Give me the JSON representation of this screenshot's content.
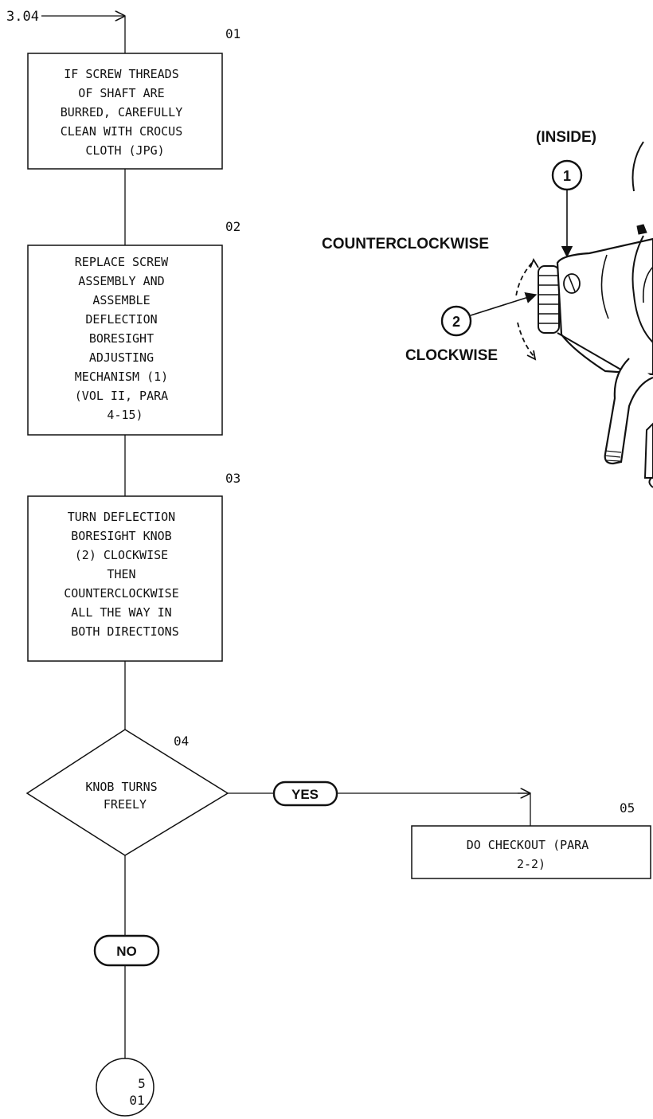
{
  "entry_ref": "3.04",
  "steps": [
    {
      "id": "01",
      "lines": [
        "IF SCREW THREADS",
        "OF SHAFT ARE",
        "BURRED, CAREFULLY",
        "CLEAN WITH CROCUS",
        "CLOTH (JPG)"
      ]
    },
    {
      "id": "02",
      "lines": [
        "REPLACE SCREW",
        "ASSEMBLY AND",
        "ASSEMBLE",
        "DEFLECTION",
        "BORESIGHT",
        "ADJUSTING",
        "MECHANISM (1)",
        "(VOL II, PARA",
        "4-15)"
      ]
    },
    {
      "id": "03",
      "lines": [
        "TURN DEFLECTION",
        "BORESIGHT KNOB",
        "(2) CLOCKWISE",
        "THEN",
        "COUNTERCLOCKWISE",
        "ALL THE WAY IN",
        "BOTH DIRECTIONS"
      ]
    },
    {
      "id": "05",
      "lines": [
        "DO CHECKOUT (PARA",
        "2-2)"
      ]
    }
  ],
  "decision": {
    "id": "04",
    "lines": [
      "KNOB TURNS",
      "FREELY"
    ],
    "yes_label": "YES",
    "no_label": "NO"
  },
  "connector": {
    "page": "5",
    "step": "01"
  },
  "illustration": {
    "inside_label": "(INSIDE)",
    "callout_1": "1",
    "callout_2": "2",
    "ccw_label": "COUNTERCLOCKWISE",
    "cw_label": "CLOCKWISE"
  },
  "colors": {
    "ink": "#111111",
    "background": "#ffffff"
  }
}
